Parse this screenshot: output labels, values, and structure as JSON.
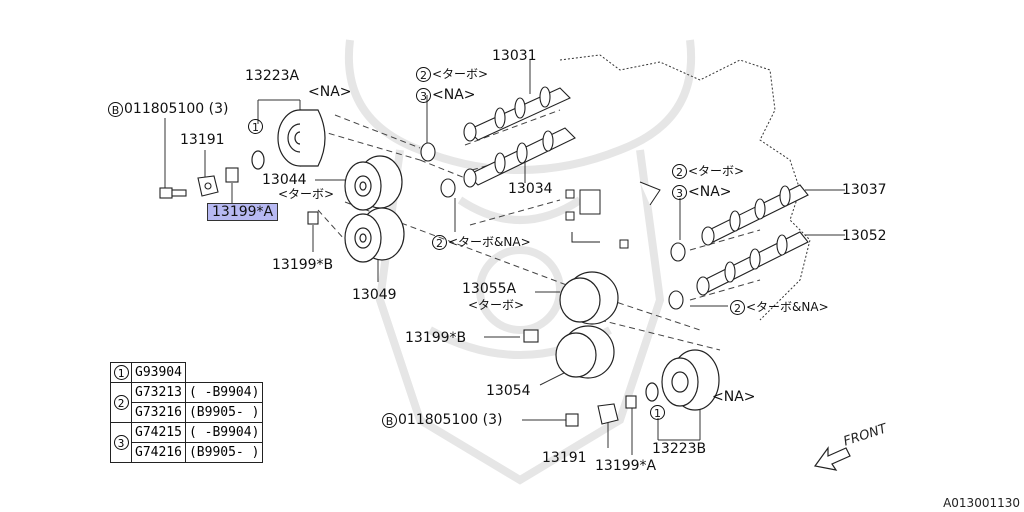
{
  "labels": {
    "p13223a": "13223A",
    "na": "<NA>",
    "b011805100": "011805100 (3)",
    "b_letter": "B",
    "p13191": "13191",
    "p13199a": "13199*A",
    "p13044": "13044",
    "turbo": "<ターボ>",
    "p13199b": "13199*B",
    "p13049": "13049",
    "c1": "1",
    "c2": "2",
    "c3": "3",
    "turbo_na": "<ターボ&NA>",
    "p13031": "13031",
    "p13034": "13034",
    "p13037": "13037",
    "p13052": "13052",
    "p13055a": "13055A",
    "p13054": "13054",
    "p13223b": "13223B",
    "front": "FRONT"
  },
  "table": {
    "rows": [
      {
        "key": "1",
        "code": "G93904",
        "range": ""
      },
      {
        "key": "2",
        "code": "G73213",
        "range": "( -B9904)"
      },
      {
        "key": "",
        "code": "G73216",
        "range": "(B9905- )"
      },
      {
        "key": "3",
        "code": "G74215",
        "range": "( -B9904)"
      },
      {
        "key": "",
        "code": "G74216",
        "range": "(B9905- )"
      }
    ]
  },
  "reference": "A013001130",
  "colors": {
    "highlight": "#b7b9f2",
    "line": "#222222",
    "watermark": "#e6e6e6"
  }
}
